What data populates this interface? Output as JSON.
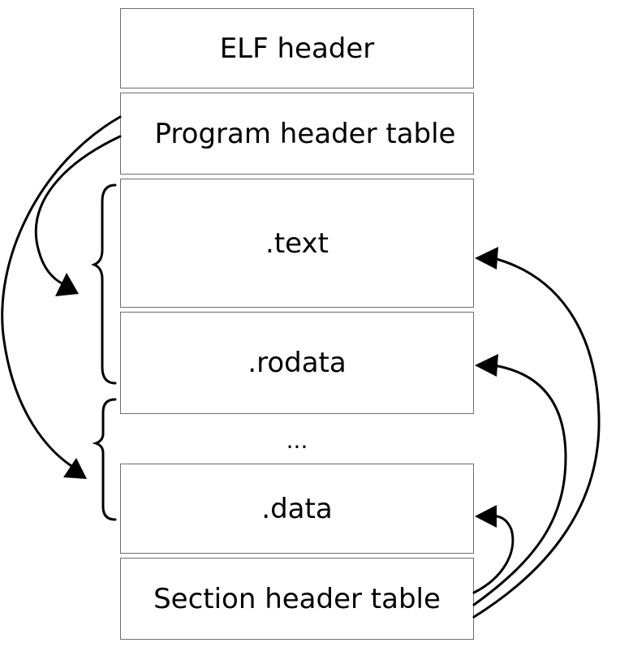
{
  "blocks": {
    "elf_header": "ELF header",
    "program_header_table": "Program header table",
    "text": ".text",
    "rodata": ".rodata",
    "ellipsis": "...",
    "data": ".data",
    "section_header_table": "Section header table"
  },
  "colors": {
    "stroke": "#000000",
    "border": "#6e6e6e"
  }
}
